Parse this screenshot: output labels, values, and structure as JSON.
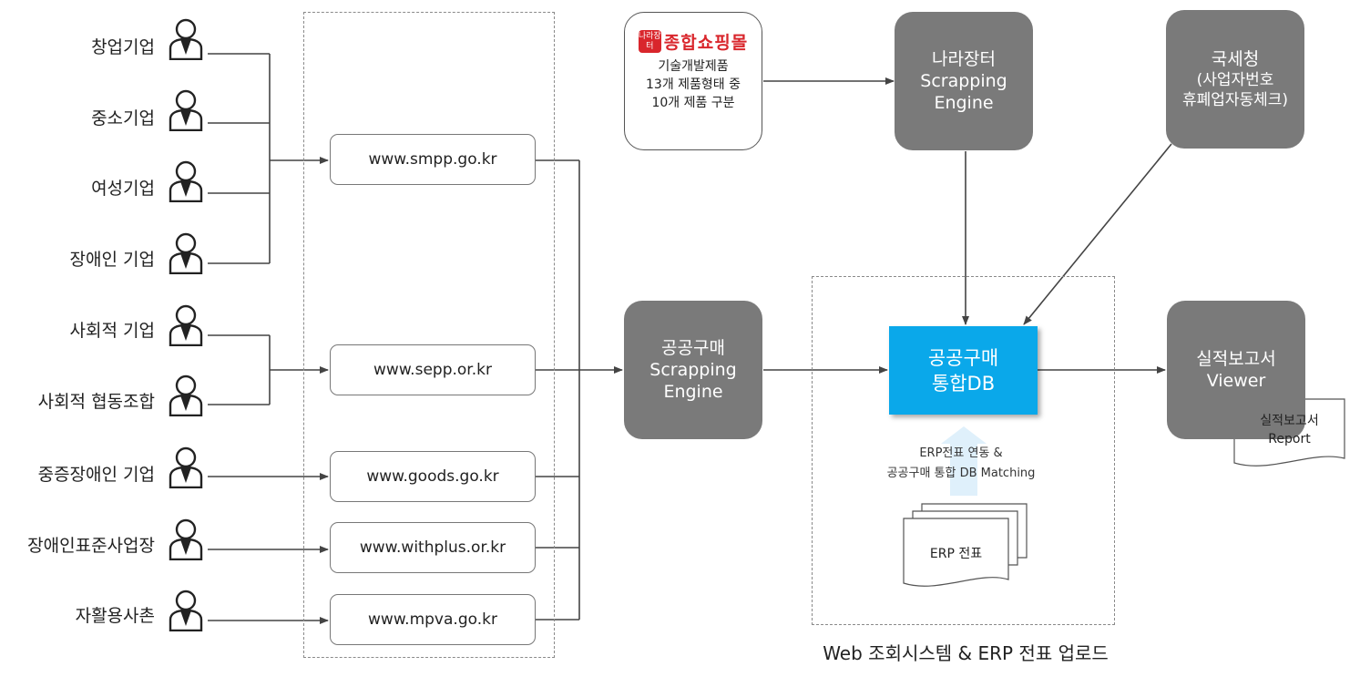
{
  "categories": [
    "창업기업",
    "중소기업",
    "여성기업",
    "장애인 기업",
    "사회적 기업",
    "사회적 협동조합",
    "중증장애인 기업",
    "장애인표준사업장",
    "자활용사촌"
  ],
  "sites": [
    "www.smpp.go.kr",
    "www.sepp.or.kr",
    "www.goods.go.kr",
    "www.withplus.or.kr",
    "www.mpva.go.kr"
  ],
  "market": {
    "logo_seal": "나라장터",
    "logo_name": "종합쇼핑몰",
    "desc": [
      "기술개발제품",
      "13개 제품형태 중",
      "10개 제품 구분"
    ]
  },
  "scrap_engine": {
    "line1": "공공구매",
    "line2": "Scrapping",
    "line3": "Engine"
  },
  "nara_engine": {
    "line1": "나라장터",
    "line2": "Scrapping",
    "line3": "Engine"
  },
  "tax": {
    "line1": "국세청",
    "line2": "(사업자번호",
    "line3": "휴폐업자동체크)"
  },
  "db": {
    "line1": "공공구매",
    "line2": "통합DB"
  },
  "erp_note": {
    "line1": "ERP전표 연동 &",
    "line2": "공공구매 통합 DB Matching"
  },
  "erp_doc": "ERP 전표",
  "report_viewer": {
    "line1": "실적보고서",
    "line2": "Viewer"
  },
  "report_doc": {
    "line1": "실적보고서",
    "line2": "Report"
  },
  "caption": "Web 조회시스템 & ERP 전표 업로드",
  "colors": {
    "engine_gray": "#7a7a7a",
    "db_blue": "#0aa8ea",
    "seal_red": "#d9262c",
    "arrow_light": "#dff0fb"
  }
}
